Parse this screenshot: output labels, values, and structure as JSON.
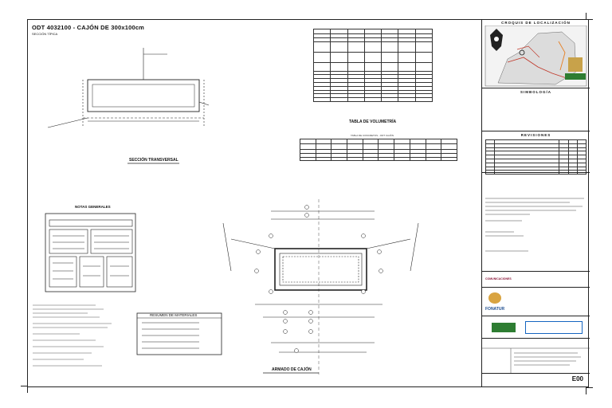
{
  "drawing": {
    "title": "ODT 4032100 - CAJÓN DE 300x100cm",
    "subtitle": "SECCIÓN TÍPICA",
    "section_label": "SECCIÓN TRANSVERSAL",
    "volumetry_title": "TABLA DE VOLUMETRÍA",
    "concrete_table_title": "TABLA DE CONCRETOS - ODT CAJÓN",
    "notes_title": "NOTAS GENERALES",
    "materials_title": "RESUMEN DE MATERIALES",
    "reinforcement_title": "ARMADO DE CAJÓN"
  },
  "title_block": {
    "location_sketch": "CROQUIS DE LOCALIZACIÓN",
    "symbology": "SIMBOLOGÍA",
    "revisions": "REVISIONES",
    "communications_logo": "COMUNICACIONES",
    "fonatur_logo": "FONATUR",
    "sheet_number": "E00"
  }
}
